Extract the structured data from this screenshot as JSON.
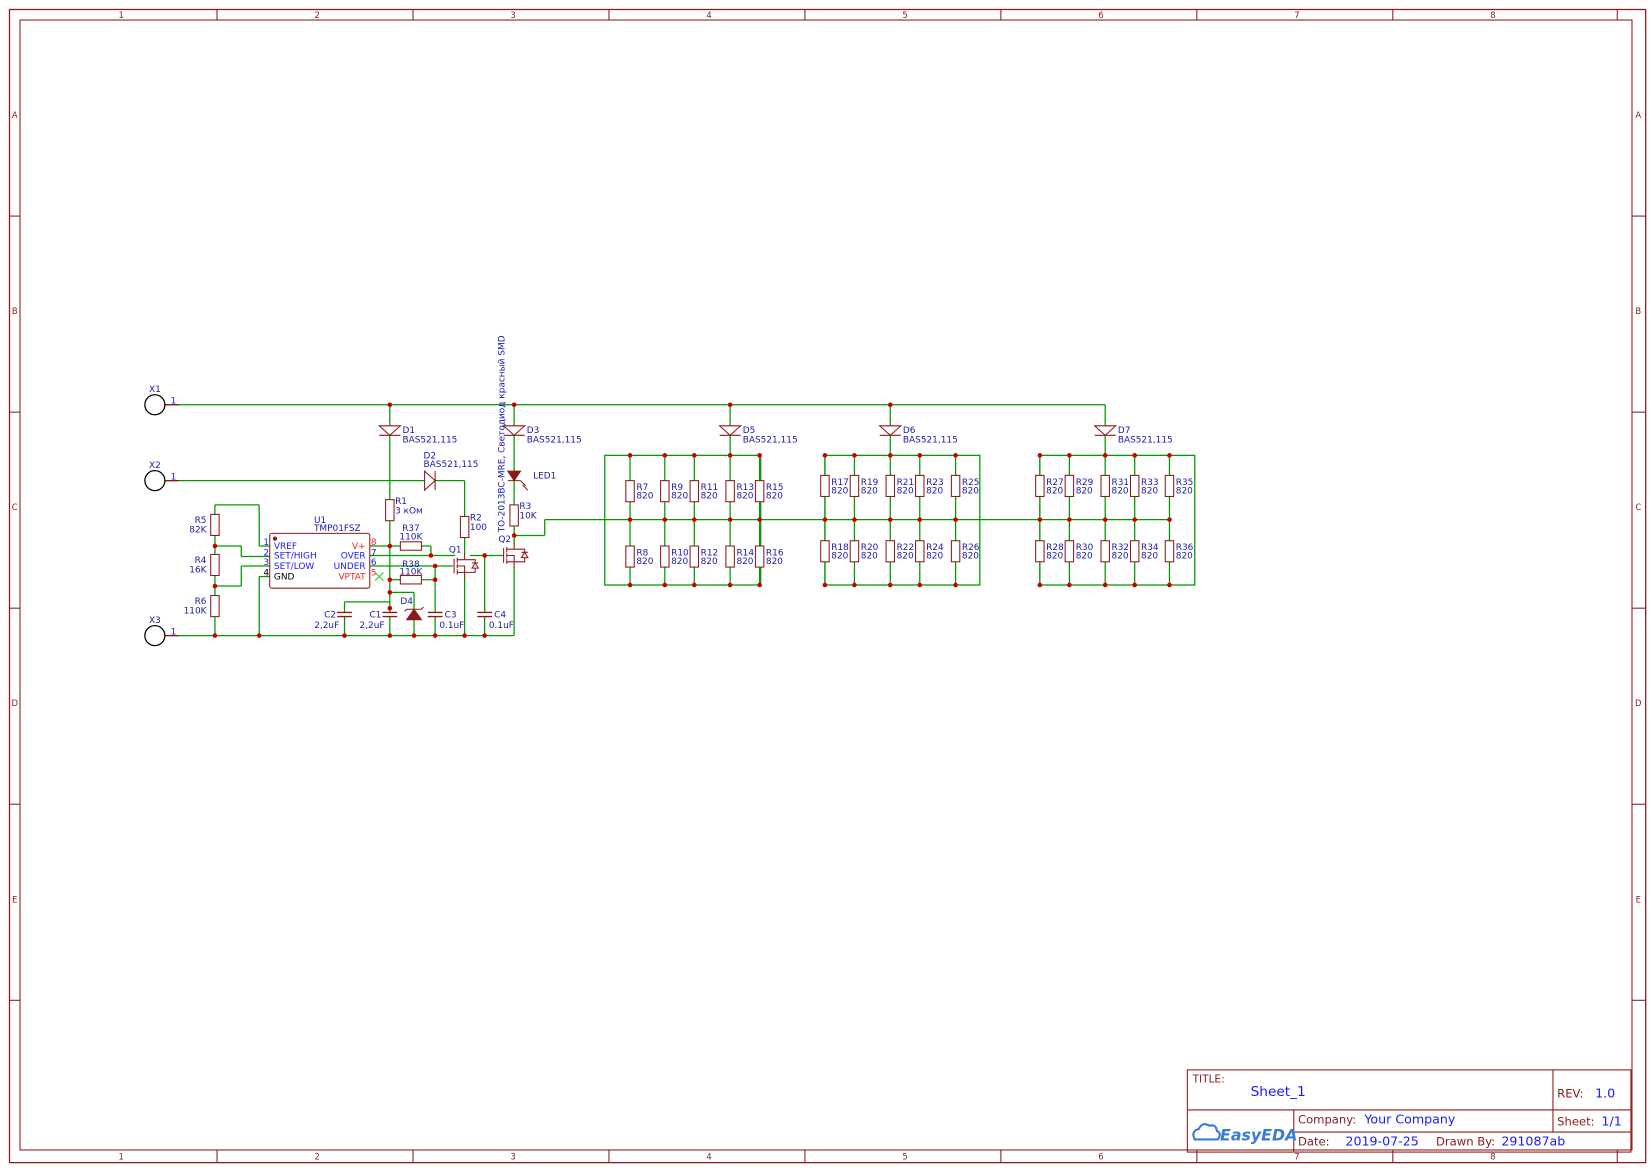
{
  "frame": {
    "columns": [
      "1",
      "2",
      "3",
      "4",
      "5",
      "6",
      "7",
      "8"
    ],
    "rows": [
      "A",
      "B",
      "C",
      "D",
      "E"
    ]
  },
  "connectors": [
    {
      "ref": "X1",
      "pin": "1"
    },
    {
      "ref": "X2",
      "pin": "1"
    },
    {
      "ref": "X3",
      "pin": "1"
    }
  ],
  "ic": {
    "ref": "U1",
    "value": "TMP01FSZ",
    "left_pins": [
      {
        "num": "1",
        "name": "VREF"
      },
      {
        "num": "2",
        "name": "SET/HIGH"
      },
      {
        "num": "3",
        "name": "SET/LOW"
      },
      {
        "num": "4",
        "name": "GND"
      }
    ],
    "right_pins": [
      {
        "num": "8",
        "name": "V+"
      },
      {
        "num": "7",
        "name": "OVER"
      },
      {
        "num": "6",
        "name": "UNDER"
      },
      {
        "num": "5",
        "name": "VPTAT"
      }
    ]
  },
  "led_note": "TO-2013BC-MRE, Светодиод красный SMD",
  "components": [
    {
      "ref": "R5",
      "value": "82K"
    },
    {
      "ref": "R4",
      "value": "16K"
    },
    {
      "ref": "R6",
      "value": "110K"
    },
    {
      "ref": "R1",
      "value": "3 кОм"
    },
    {
      "ref": "R2",
      "value": "100"
    },
    {
      "ref": "R3",
      "value": "10K"
    },
    {
      "ref": "R37",
      "value": "110K"
    },
    {
      "ref": "R38",
      "value": "110K"
    },
    {
      "ref": "D1",
      "value": "BAS521,115"
    },
    {
      "ref": "D2",
      "value": "BAS521,115"
    },
    {
      "ref": "D3",
      "value": "BAS521,115"
    },
    {
      "ref": "D5",
      "value": "BAS521,115"
    },
    {
      "ref": "D6",
      "value": "BAS521,115"
    },
    {
      "ref": "D7",
      "value": "BAS521,115"
    },
    {
      "ref": "D4",
      "value": ""
    },
    {
      "ref": "LED1",
      "value": ""
    },
    {
      "ref": "Q1",
      "value": ""
    },
    {
      "ref": "Q2",
      "value": ""
    },
    {
      "ref": "C1",
      "value": "2,2uF"
    },
    {
      "ref": "C2",
      "value": "2,2uF"
    },
    {
      "ref": "C3",
      "value": "0.1uF"
    },
    {
      "ref": "C4",
      "value": "0.1uF"
    },
    {
      "ref": "R7",
      "value": "820"
    },
    {
      "ref": "R9",
      "value": "820"
    },
    {
      "ref": "R11",
      "value": "820"
    },
    {
      "ref": "R13",
      "value": "820"
    },
    {
      "ref": "R15",
      "value": "820"
    },
    {
      "ref": "R8",
      "value": "820"
    },
    {
      "ref": "R10",
      "value": "820"
    },
    {
      "ref": "R12",
      "value": "820"
    },
    {
      "ref": "R14",
      "value": "820"
    },
    {
      "ref": "R16",
      "value": "820"
    },
    {
      "ref": "R17",
      "value": "820"
    },
    {
      "ref": "R19",
      "value": "820"
    },
    {
      "ref": "R21",
      "value": "820"
    },
    {
      "ref": "R23",
      "value": "820"
    },
    {
      "ref": "R25",
      "value": "820"
    },
    {
      "ref": "R18",
      "value": "820"
    },
    {
      "ref": "R20",
      "value": "820"
    },
    {
      "ref": "R22",
      "value": "820"
    },
    {
      "ref": "R24",
      "value": "820"
    },
    {
      "ref": "R26",
      "value": "820"
    },
    {
      "ref": "R27",
      "value": "820"
    },
    {
      "ref": "R29",
      "value": "820"
    },
    {
      "ref": "R31",
      "value": "820"
    },
    {
      "ref": "R33",
      "value": "820"
    },
    {
      "ref": "R35",
      "value": "820"
    },
    {
      "ref": "R28",
      "value": "820"
    },
    {
      "ref": "R30",
      "value": "820"
    },
    {
      "ref": "R32",
      "value": "820"
    },
    {
      "ref": "R34",
      "value": "820"
    },
    {
      "ref": "R36",
      "value": "820"
    }
  ],
  "title_block": {
    "title_label": "TITLE:",
    "title": "Sheet_1",
    "rev_label": "REV:",
    "rev": "1.0",
    "company_label": "Company:",
    "company": "Your Company",
    "sheet_label": "Sheet:",
    "sheet": "1/1",
    "date_label": "Date:",
    "date": "2019-07-25",
    "drawn_by_label": "Drawn By:",
    "drawn_by": "291087ab",
    "logo": "EasyEDA"
  },
  "colors": {
    "wire": "#009a00",
    "part": "#8b1a1a",
    "label": "#1a1aa8",
    "junction": "#cc0000"
  }
}
